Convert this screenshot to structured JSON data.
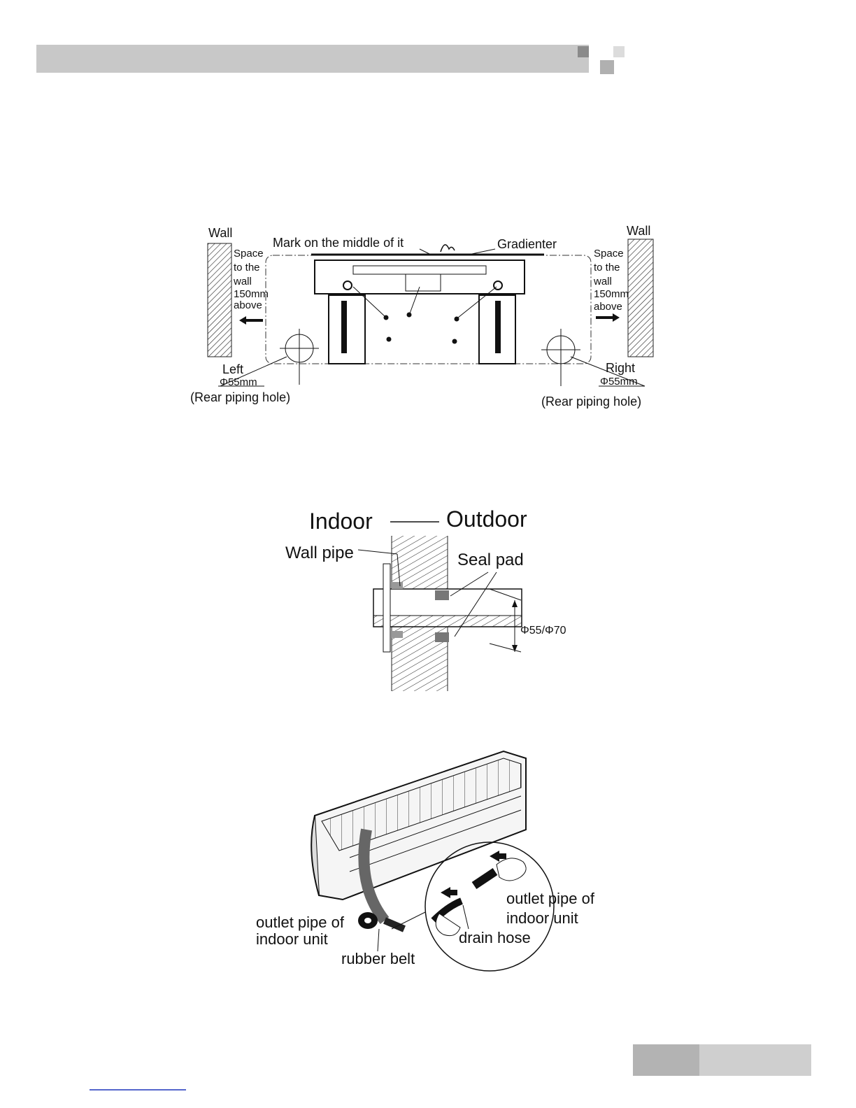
{
  "fig1": {
    "wall_left": "Wall",
    "wall_right": "Wall",
    "mark_label": "Mark on the middle of it",
    "gradienter_label": "Gradienter",
    "space_left": [
      "Space",
      "to the",
      "wall",
      "150mm",
      "above"
    ],
    "space_right": [
      "Space",
      "to the",
      "wall",
      "150mm",
      "above"
    ],
    "left_label": "Left",
    "left_dia": "Φ55mm",
    "left_hole": "(Rear piping hole)",
    "right_label": "Right",
    "right_dia": "Φ55mm",
    "right_hole": "(Rear piping hole)"
  },
  "fig2": {
    "indoor": "Indoor",
    "outdoor": "Outdoor",
    "wall_pipe": "Wall pipe",
    "seal_pad": "Seal pad",
    "diameter": "Φ55/Φ70"
  },
  "fig3": {
    "outlet_left_1": "outlet pipe of",
    "outlet_left_2": "indoor unit",
    "rubber_belt": "rubber belt",
    "outlet_right_1": "outlet pipe of",
    "outlet_right_2": "indoor unit",
    "drain_hose": "drain hose"
  },
  "colors": {
    "header_bar": "#c8c8c8",
    "footer_dark": "#b3b3b3",
    "footer_light": "#cfcfcf"
  }
}
